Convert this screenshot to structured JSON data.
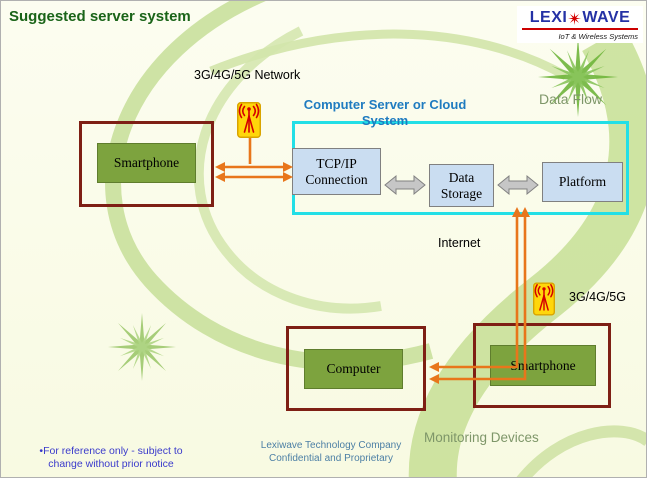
{
  "slide_title": "Suggested server system",
  "logo": {
    "brand_left": "LEXI",
    "brand_right": "WAVE",
    "tagline": "IoT & Wireless Systems"
  },
  "labels": {
    "network_top": "3G/4G/5G Network",
    "data_flow": "Data Flow",
    "server_cloud_title": "Computer Server or Cloud System",
    "internet": "Internet",
    "network_right": "3G/4G/5G",
    "monitoring_devices": "Monitoring Devices"
  },
  "nodes": {
    "smartphone_top": "Smartphone",
    "tcpip": "TCP/IP Connection",
    "data_storage": "Data Storage",
    "platform": "Platform",
    "computer": "Computer",
    "smartphone_bottom": "Smartphone"
  },
  "footer": {
    "reference_note": "•For reference only - subject to change without prior notice",
    "company_note": "Lexiwave Technology Company Confidential and Proprietary"
  },
  "colors": {
    "title_green": "#1A6418",
    "frame_maroon": "#7E1F14",
    "device_green": "#7DA33E",
    "server_box_fill": "#CADDF1",
    "server_border_cyan": "#22DFE6",
    "arrow_orange": "#E8761B",
    "arrow_gray": "#C6C6C6",
    "server_title_blue": "#1F7BC0",
    "decor_green": "#C3DD90",
    "muted_green_text": "#7E9669",
    "footer_blue": "#3A3ACB",
    "footer_slate": "#4C7FA5"
  }
}
